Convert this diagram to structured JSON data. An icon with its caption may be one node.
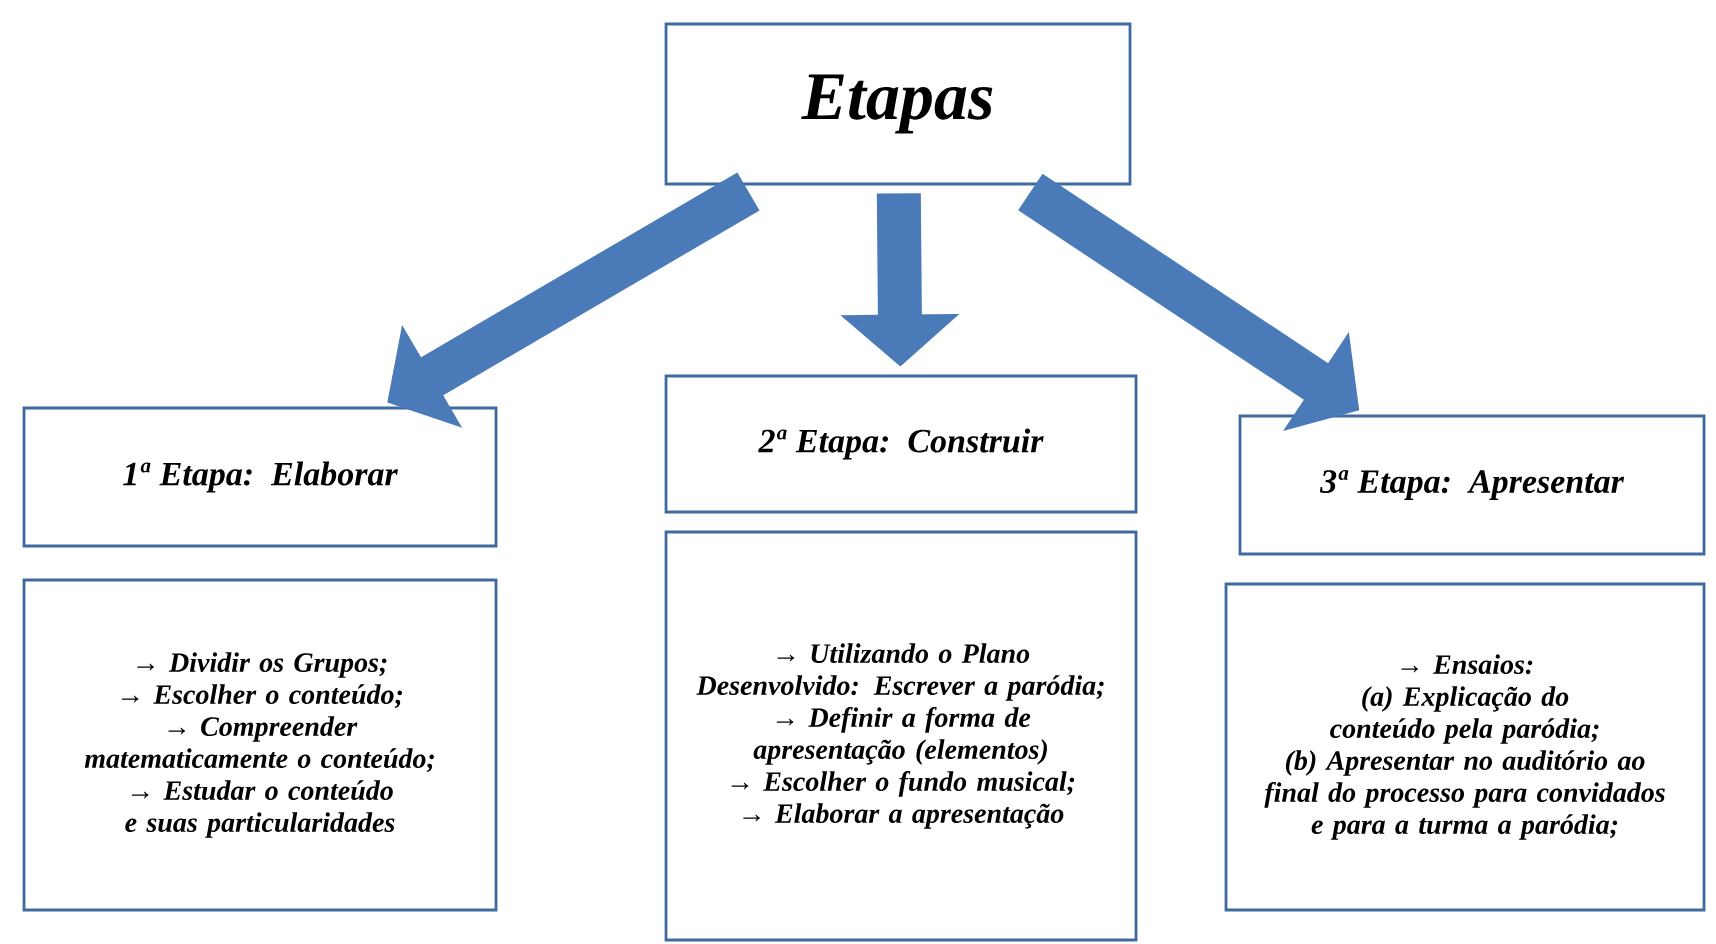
{
  "diagram": {
    "nodes": [
      {
        "text": [
          "Etapas"
        ]
      },
      {
        "text": [
          "1ª Etapa: Elaborar"
        ]
      },
      {
        "text": [
          "→ Dividir os Grupos;",
          "→ Escolher o conteúdo;",
          "→ Compreender matematicamente o conteúdo;",
          "→ Estudar o conteúdo e suas particularidades"
        ]
      },
      {
        "text": [
          "2ª Etapa: Construir"
        ]
      },
      {
        "text": [
          "→ Utilizando o Plano Desenvolvido: Escrever a paródia;",
          "→ Definir a forma de apresentação (elementos)",
          "→ Escolher o fundo musical;",
          "→ Elaborar a apresentação"
        ]
      },
      {
        "text": [
          "3ª Etapa: Apresentar"
        ]
      },
      {
        "text": [
          "→ Ensaios:",
          "(a) Explicação do conteúdo pela paródia;",
          "(b) Apresentar no auditório ao final do processo para convidados e para a turma a paródia;"
        ]
      }
    ],
    "edges": [
      {
        "from": 0,
        "to": 1,
        "arrow": "to"
      },
      {
        "from": 0,
        "to": 3,
        "arrow": "to"
      },
      {
        "from": 0,
        "to": 5,
        "arrow": "to"
      }
    ]
  }
}
